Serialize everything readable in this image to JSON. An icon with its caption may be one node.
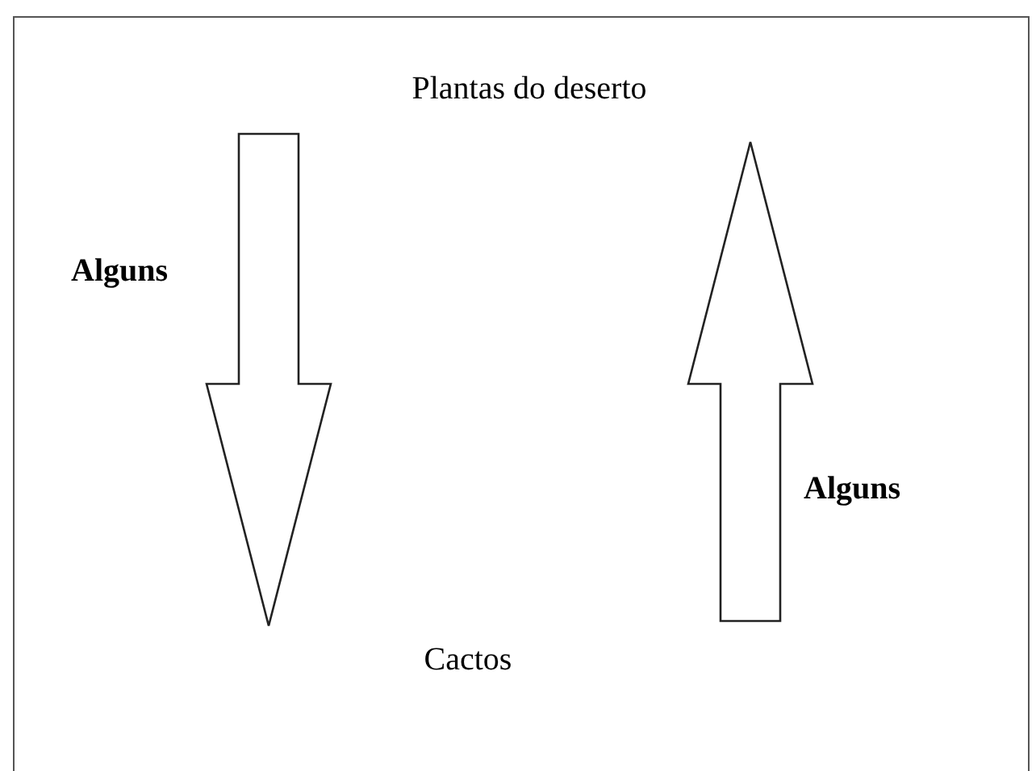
{
  "diagram": {
    "nodes": [
      {
        "text": [
          "Plantas do deserto"
        ]
      },
      {
        "text": [
          "Cactos"
        ]
      }
    ],
    "edges": [
      {
        "from": 0,
        "to": 1,
        "arrow": "to",
        "label": "Alguns"
      },
      {
        "from": 1,
        "to": 0,
        "arrow": "to",
        "label": "Alguns"
      }
    ]
  }
}
